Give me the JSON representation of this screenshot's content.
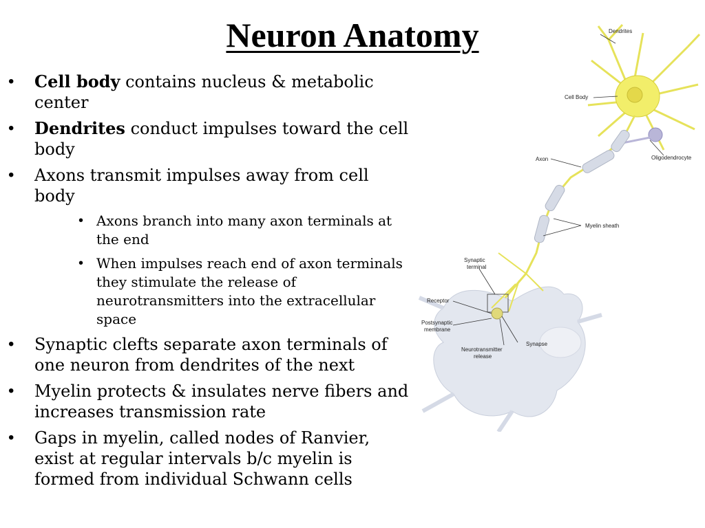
{
  "title": "Neuron Anatomy",
  "bullets": [
    {
      "bold": "Cell body",
      "text": " contains nucleus & metabolic center"
    },
    {
      "bold": "Dendrites",
      "text": " conduct impulses toward the cell body"
    },
    {
      "bold": "",
      "text": "Axons transmit impulses away from cell body"
    },
    {
      "bold": "",
      "text": "Synaptic clefts separate axon terminals of one neuron from dendrites of the next"
    },
    {
      "bold": "",
      "text": "Myelin protects & insulates nerve fibers and increases transmission rate"
    },
    {
      "bold": "",
      "text": "Gaps in myelin, called nodes of Ranvier, exist at regular intervals b/c myelin is formed from individual Schwann cells"
    }
  ],
  "sub_bullets": [
    "Axons branch into many axon terminals at the end",
    "When impulses reach end of axon terminals they stimulate the release of neurotransmitters into the extracellular space"
  ],
  "figure_labels": {
    "dendrites": "Dendrites",
    "cell_body": "Cell Body",
    "axon": "Axon",
    "oligodendrocyte": "Oligodendrocyte",
    "myelin_sheath": "Myelin sheath",
    "synaptic_terminal_1": "Synaptic",
    "synaptic_terminal_2": "terminal",
    "receptor": "Receptor",
    "postsynaptic_1": "Postsynaptic",
    "postsynaptic_2": "membrane",
    "neurotransmitter_1": "Neurotransmitter",
    "neurotransmitter_2": "release",
    "synapse": "Synapse"
  },
  "colors": {
    "soma": "#f2ee6a",
    "dendrite": "#e6e25a",
    "myelin": "#d6dbe6",
    "oligodendrocyte": "#b9b6d8",
    "postsynaptic_cell": "#e3e7ef"
  }
}
